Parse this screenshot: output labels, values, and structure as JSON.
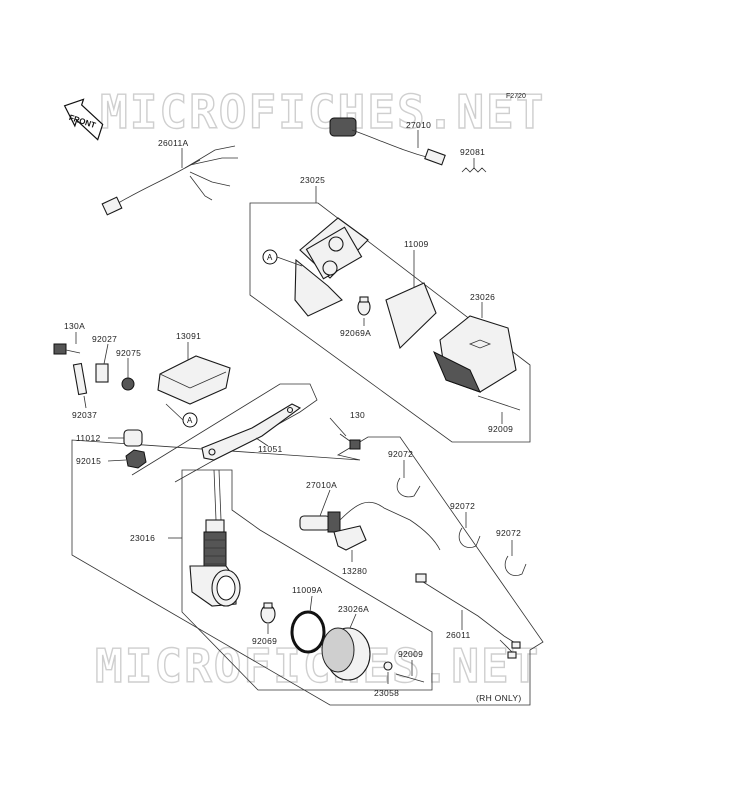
{
  "diagram": {
    "code": "F2720",
    "watermark": "MICROFICHES.NET",
    "front_label": "FRONT",
    "note": "(RH ONLY)",
    "ref_mark": "A",
    "parts": [
      {
        "id": "26011A"
      },
      {
        "id": "27010"
      },
      {
        "id": "92081"
      },
      {
        "id": "23025"
      },
      {
        "id": "11009"
      },
      {
        "id": "23026"
      },
      {
        "id": "92069A"
      },
      {
        "id": "130A"
      },
      {
        "id": "13091"
      },
      {
        "id": "92027"
      },
      {
        "id": "92075"
      },
      {
        "id": "92037"
      },
      {
        "id": "130"
      },
      {
        "id": "92009"
      },
      {
        "id": "11012"
      },
      {
        "id": "92015"
      },
      {
        "id": "11051"
      },
      {
        "id": "92072"
      },
      {
        "id": "27010A"
      },
      {
        "id": "92072"
      },
      {
        "id": "92072"
      },
      {
        "id": "23016"
      },
      {
        "id": "13280"
      },
      {
        "id": "11009A"
      },
      {
        "id": "23026A"
      },
      {
        "id": "26011"
      },
      {
        "id": "92069"
      },
      {
        "id": "92009"
      },
      {
        "id": "23058"
      }
    ]
  }
}
